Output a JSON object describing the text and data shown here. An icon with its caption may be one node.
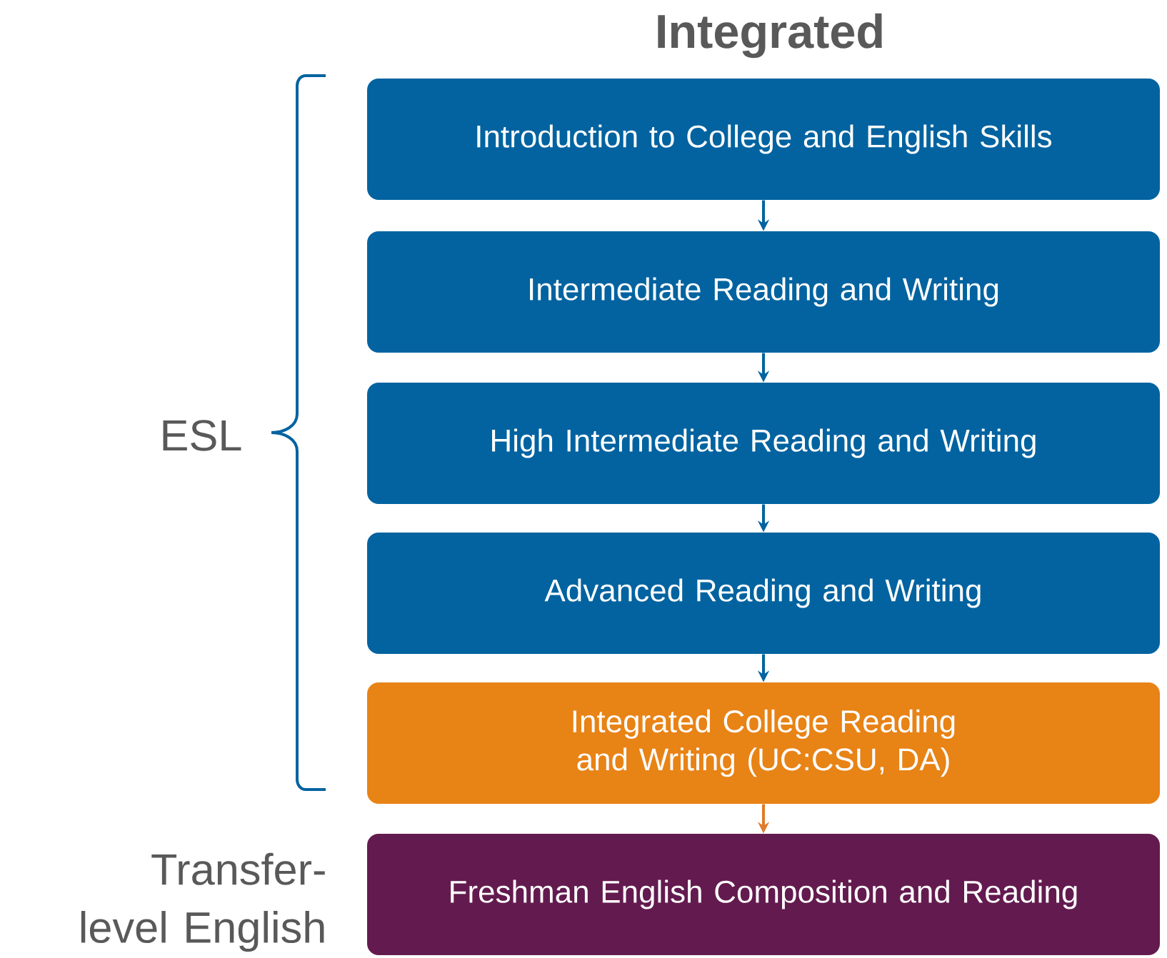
{
  "diagram": {
    "title": "Integrated",
    "nodes": [
      {
        "text": [
          "Introduction to College and English Skills"
        ]
      },
      {
        "text": [
          "Intermediate Reading and Writing"
        ]
      },
      {
        "text": [
          "High Intermediate Reading and Writing"
        ]
      },
      {
        "text": [
          "Advanced Reading and Writing"
        ]
      },
      {
        "text": [
          "Integrated College Reading and Writing (UC:CSU, DA)"
        ]
      },
      {
        "text": [
          "Freshman English Composition and Reading"
        ]
      }
    ],
    "edges": [
      {
        "from": 0,
        "to": 1,
        "arrow": "to"
      },
      {
        "from": 1,
        "to": 2,
        "arrow": "to"
      },
      {
        "from": 2,
        "to": 3,
        "arrow": "to"
      },
      {
        "from": 3,
        "to": 4,
        "arrow": "to"
      },
      {
        "from": 4,
        "to": 5,
        "arrow": "to",
        "color": "#e07b2a"
      }
    ],
    "labels": [
      "ESL",
      "Transfer-level English"
    ]
  }
}
